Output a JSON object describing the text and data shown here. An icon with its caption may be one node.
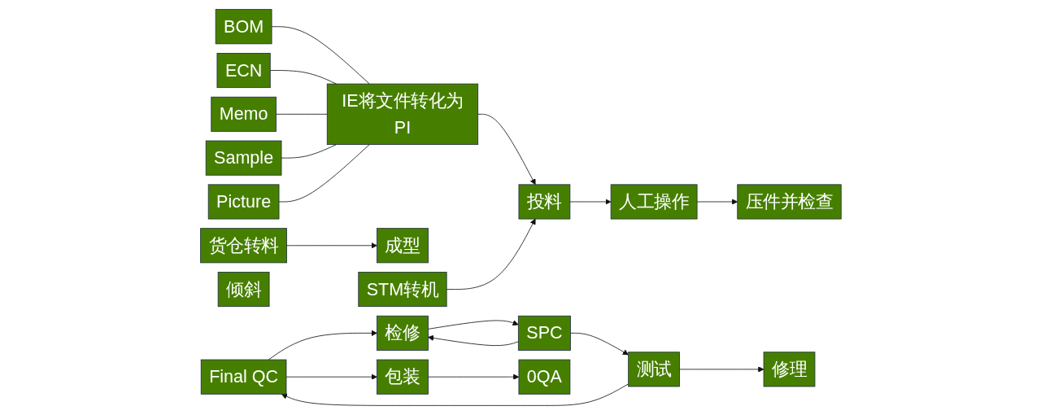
{
  "diagram": {
    "nodes": [
      {
        "text": [
          "BOM"
        ]
      },
      {
        "text": [
          "ECN"
        ]
      },
      {
        "text": [
          "Memo"
        ]
      },
      {
        "text": [
          "Sample"
        ]
      },
      {
        "text": [
          "Picture"
        ]
      },
      {
        "text": [
          "IE将文件转化为PI"
        ]
      },
      {
        "text": [
          "货仓转料"
        ]
      },
      {
        "text": [
          "成型"
        ]
      },
      {
        "text": [
          "STM转机"
        ]
      },
      {
        "text": [
          "倾斜"
        ]
      },
      {
        "text": [
          "投料"
        ]
      },
      {
        "text": [
          "人工操作"
        ]
      },
      {
        "text": [
          "压件并检查"
        ]
      },
      {
        "text": [
          "包装"
        ]
      },
      {
        "text": [
          "Final QC"
        ]
      },
      {
        "text": [
          "测试"
        ]
      },
      {
        "text": [
          "SPC"
        ]
      },
      {
        "text": [
          "检修"
        ]
      },
      {
        "text": [
          "0QA"
        ]
      },
      {
        "text": [
          "修理"
        ]
      }
    ],
    "edges": [
      {
        "from": 0,
        "to": 5,
        "arrow": "none"
      },
      {
        "from": 1,
        "to": 5,
        "arrow": "none"
      },
      {
        "from": 2,
        "to": 5,
        "arrow": "none"
      },
      {
        "from": 3,
        "to": 5,
        "arrow": "none"
      },
      {
        "from": 4,
        "to": 5,
        "arrow": "none"
      },
      {
        "from": 5,
        "to": 10,
        "arrow": "to"
      },
      {
        "from": 6,
        "to": 7,
        "arrow": "to"
      },
      {
        "from": 8,
        "to": 10,
        "arrow": "to"
      },
      {
        "from": 10,
        "to": 11,
        "arrow": "to"
      },
      {
        "from": 11,
        "to": 12,
        "arrow": "to"
      },
      {
        "from": 17,
        "to": 16,
        "arrow": "to"
      },
      {
        "from": 16,
        "to": 15,
        "arrow": "to"
      },
      {
        "from": 15,
        "to": 14,
        "arrow": "to"
      },
      {
        "from": 14,
        "to": 13,
        "arrow": "to"
      },
      {
        "from": 13,
        "to": 18,
        "arrow": "to"
      },
      {
        "from": 15,
        "to": 19,
        "arrow": "to"
      },
      {
        "from": 14,
        "to": 17,
        "arrow": "to"
      },
      {
        "from": 16,
        "to": 17,
        "arrow": "to"
      }
    ]
  }
}
